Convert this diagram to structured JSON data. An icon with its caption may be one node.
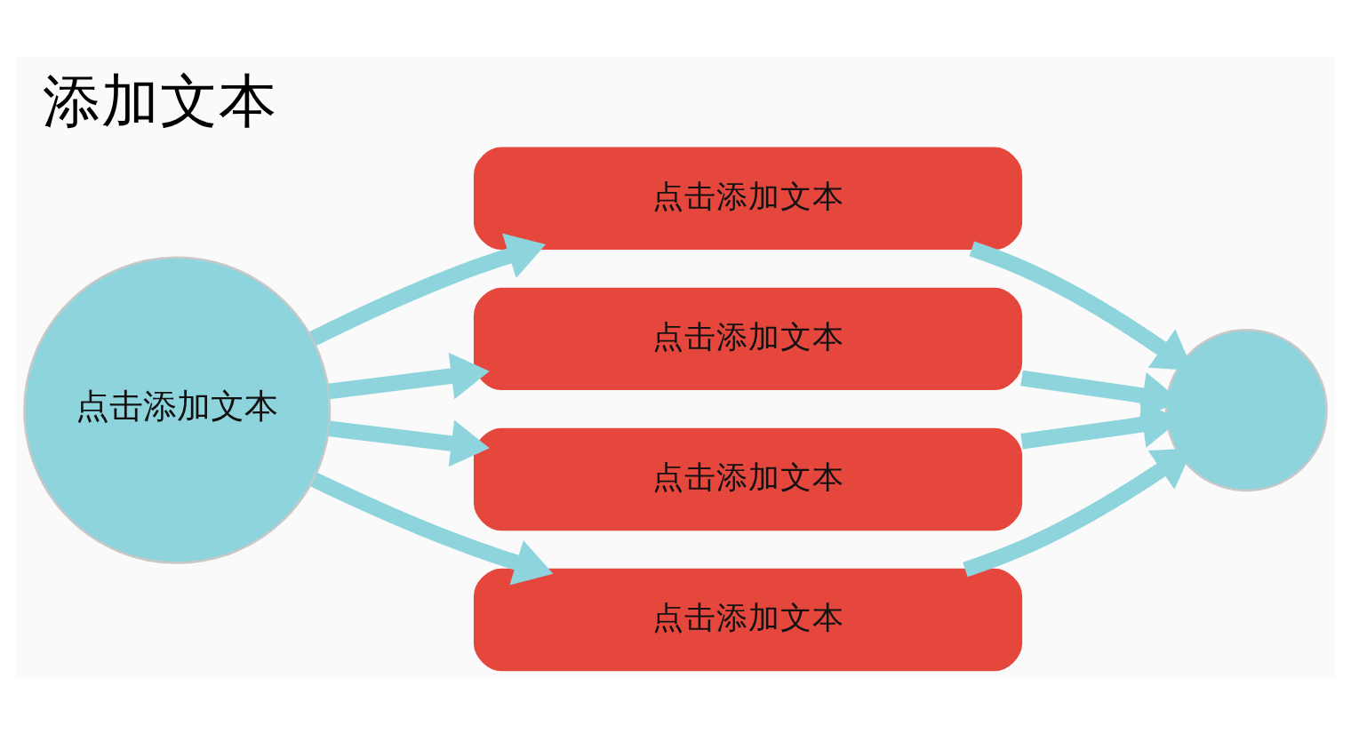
{
  "diagram": {
    "title": "添加文本",
    "nodes": [
      {
        "text": [
          "点击添加文本"
        ]
      },
      {
        "text": [
          "点击添加文本"
        ]
      },
      {
        "text": [
          "点击添加文本"
        ]
      },
      {
        "text": [
          "点击添加文本"
        ]
      },
      {
        "text": [
          "点击添加文本"
        ]
      },
      {
        "text": [],
        "shape": "circle"
      }
    ],
    "edges": [
      {
        "from": 0,
        "to": 1,
        "arrow": "to"
      },
      {
        "from": 0,
        "to": 2,
        "arrow": "to"
      },
      {
        "from": 0,
        "to": 3,
        "arrow": "to"
      },
      {
        "from": 0,
        "to": 4,
        "arrow": "to"
      },
      {
        "from": 1,
        "to": 5,
        "arrow": "to"
      },
      {
        "from": 2,
        "to": 5,
        "arrow": "to"
      },
      {
        "from": 3,
        "to": 5,
        "arrow": "to"
      },
      {
        "from": 4,
        "to": 5,
        "arrow": "to"
      }
    ]
  }
}
